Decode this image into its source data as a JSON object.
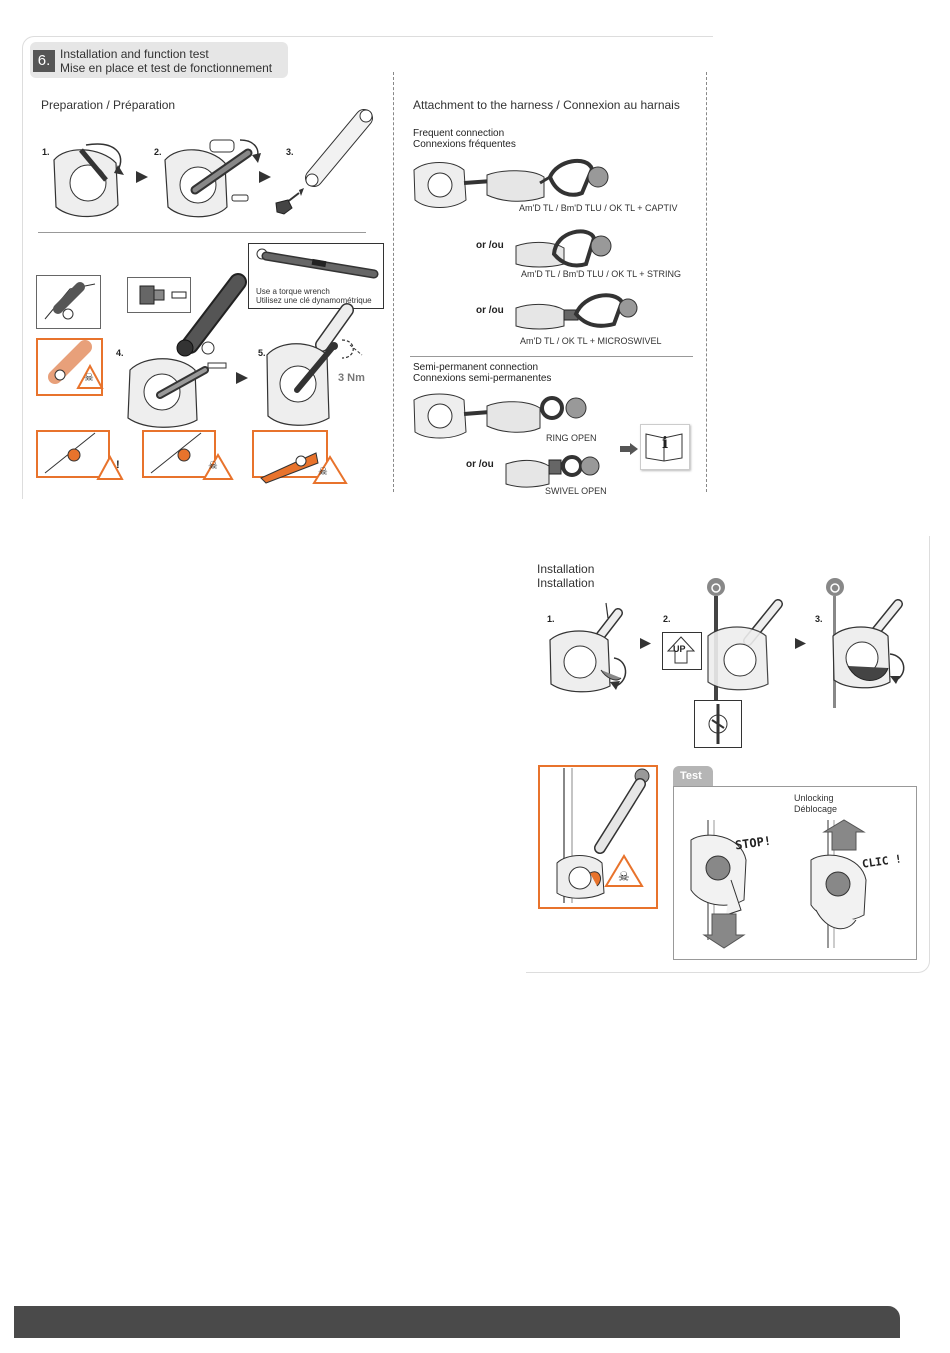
{
  "section": {
    "number": "6.",
    "title_en": "Installation and function test",
    "title_fr": "Mise en place et test de fonctionnement"
  },
  "preparation": {
    "title": "Preparation / Préparation",
    "steps": [
      "1.",
      "2.",
      "3.",
      "4.",
      "5."
    ],
    "torque_note_en": "Use a torque wrench",
    "torque_note_fr": "Utilisez une clé dynamométrique",
    "torque_value": "3 Nm"
  },
  "attachment": {
    "title": "Attachment to the harness / Connexion au harnais",
    "frequent_en": "Frequent connection",
    "frequent_fr": "Connexions fréquentes",
    "or": "or /ou",
    "options": [
      "Am'D TL / Bm'D TLU / OK TL + CAPTIV",
      "Am'D TL / Bm'D TLU / OK TL + STRING",
      "Am'D TL / OK TL + MICROSWIVEL"
    ],
    "semi_en": "Semi-permanent connection",
    "semi_fr": "Connexions semi-permanentes",
    "semi_options": [
      "RING OPEN",
      "SWIVEL OPEN"
    ],
    "info_symbol": "i"
  },
  "installation": {
    "title_en": "Installation",
    "title_fr": "Installation",
    "steps": [
      "1.",
      "2.",
      "3."
    ],
    "up_label": "UP"
  },
  "test": {
    "label": "Test",
    "unlocking_en": "Unlocking",
    "unlocking_fr": "Déblocage",
    "stop": "STOP!",
    "clic": "CLIC !"
  },
  "colors": {
    "orange": "#e8732c",
    "footer": "#4a4a4a",
    "header_box": "#e6e6e6"
  }
}
